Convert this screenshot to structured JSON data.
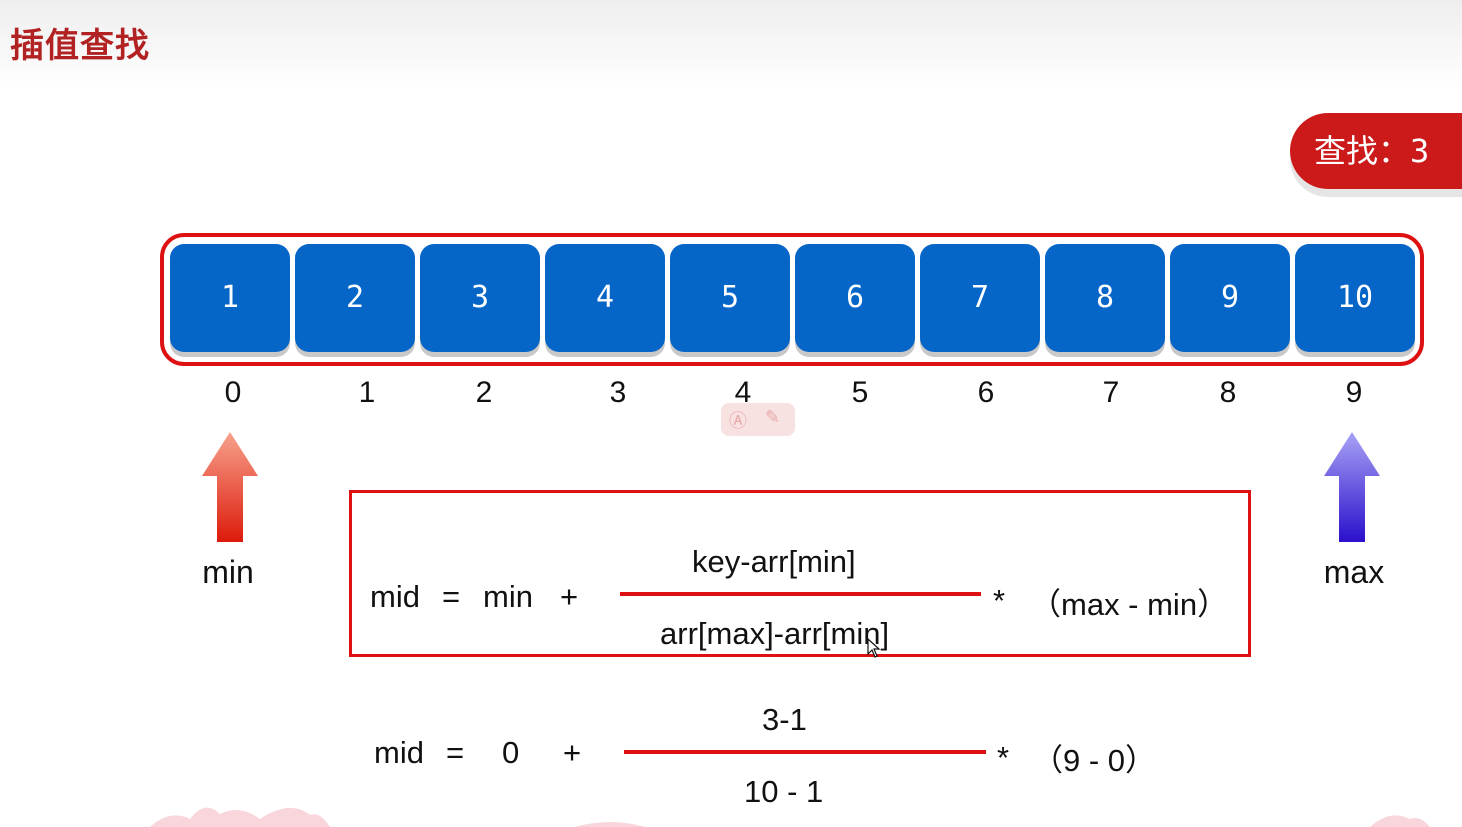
{
  "title": "插值查找",
  "search_badge": "查找：3",
  "array": {
    "values": [
      "1",
      "2",
      "3",
      "4",
      "5",
      "6",
      "7",
      "8",
      "9",
      "10"
    ],
    "indices": [
      "0",
      "1",
      "2",
      "3",
      "4",
      "5",
      "6",
      "7",
      "8",
      "9"
    ]
  },
  "pointers": {
    "min_label": "min",
    "max_label": "max"
  },
  "formula": {
    "lhs": "mid",
    "eq": "=",
    "term": "min",
    "plus": "+",
    "numerator": "key-arr[min]",
    "denominator": "arr[max]-arr[min]",
    "times": "*",
    "tail": "（max - min）"
  },
  "calc": {
    "lhs": "mid",
    "eq": "=",
    "term": "0",
    "plus": "+",
    "numerator": "3-1",
    "denominator": "10 - 1",
    "times": "*",
    "tail": "（9 - 0）"
  },
  "colors": {
    "title": "#b22222",
    "cell": "#0566c8",
    "accent_red": "#dd1111",
    "min_arrow": "#e84a2a",
    "max_arrow": "#3a2ad8"
  },
  "icons": [
    "ai-assist-icon",
    "magic-wand-icon",
    "mouse-cursor-icon"
  ]
}
